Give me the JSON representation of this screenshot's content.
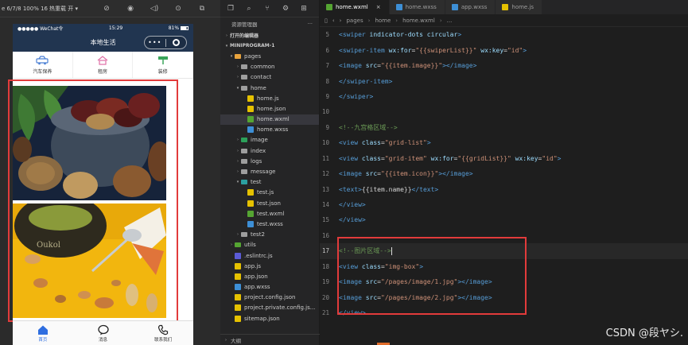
{
  "simulator": {
    "toolbar": {
      "model": "e 6/7/8 100% 16 ▾",
      "hot_reload": "热重载 开 ▾"
    },
    "status": {
      "carrier": "●●●●● WeChat令",
      "time": "15:29",
      "battery": "81%"
    },
    "navbar": {
      "title": "本地生活",
      "menu_dots": "•••"
    },
    "grid": [
      {
        "name": "汽车保养",
        "icon": "car-icon",
        "color": "#4a7fd4"
      },
      {
        "name": "租房",
        "icon": "house-icon",
        "color": "#e06fa6"
      },
      {
        "name": "装修",
        "icon": "paint-roller-icon",
        "color": "#3aa55a"
      }
    ],
    "images": [
      {
        "name": "dried-fruit-bowl-photo"
      },
      {
        "name": "nuts-on-yellow-photo"
      }
    ],
    "tabbar": [
      {
        "label": "首页",
        "icon": "home-icon",
        "active": true
      },
      {
        "label": "消息",
        "icon": "message-icon",
        "active": false
      },
      {
        "label": "联系我们",
        "icon": "phone-icon",
        "active": false
      }
    ]
  },
  "explorer": {
    "title": "资源管理器",
    "more": "···",
    "open_editors": "打开的编辑器",
    "project": "MINIPROGRAM-1",
    "outline": "大纲",
    "tree": [
      {
        "depth": 1,
        "label": "pages",
        "type": "folder-open",
        "arrow": "▾",
        "color": "#e8a33d"
      },
      {
        "depth": 2,
        "label": "common",
        "type": "folder",
        "arrow": "›",
        "color": "#9e9e9e"
      },
      {
        "depth": 2,
        "label": "contact",
        "type": "folder",
        "arrow": "›",
        "color": "#9e9e9e"
      },
      {
        "depth": 2,
        "label": "home",
        "type": "folder-open",
        "arrow": "▾",
        "color": "#9e9e9e"
      },
      {
        "depth": 3,
        "label": "home.js",
        "type": "js",
        "arrow": "",
        "color": "#e5c100"
      },
      {
        "depth": 3,
        "label": "home.json",
        "type": "json",
        "arrow": "",
        "color": "#e5c100"
      },
      {
        "depth": 3,
        "label": "home.wxml",
        "type": "wxml",
        "arrow": "",
        "color": "#55a532",
        "selected": true
      },
      {
        "depth": 3,
        "label": "home.wxss",
        "type": "wxss",
        "arrow": "",
        "color": "#3d8fd6"
      },
      {
        "depth": 2,
        "label": "image",
        "type": "folder",
        "arrow": "›",
        "color": "#2ca05a"
      },
      {
        "depth": 2,
        "label": "index",
        "type": "folder",
        "arrow": "›",
        "color": "#9e9e9e"
      },
      {
        "depth": 2,
        "label": "logs",
        "type": "folder",
        "arrow": "›",
        "color": "#9e9e9e"
      },
      {
        "depth": 2,
        "label": "message",
        "type": "folder",
        "arrow": "›",
        "color": "#9e9e9e"
      },
      {
        "depth": 2,
        "label": "test",
        "type": "folder-open",
        "arrow": "▾",
        "color": "#2ca0a0"
      },
      {
        "depth": 3,
        "label": "test.js",
        "type": "js",
        "arrow": "",
        "color": "#e5c100"
      },
      {
        "depth": 3,
        "label": "test.json",
        "type": "json",
        "arrow": "",
        "color": "#e5c100"
      },
      {
        "depth": 3,
        "label": "test.wxml",
        "type": "wxml",
        "arrow": "",
        "color": "#55a532"
      },
      {
        "depth": 3,
        "label": "test.wxss",
        "type": "wxss",
        "arrow": "",
        "color": "#3d8fd6"
      },
      {
        "depth": 2,
        "label": "test2",
        "type": "folder",
        "arrow": "›",
        "color": "#9e9e9e"
      },
      {
        "depth": 1,
        "label": "utils",
        "type": "folder",
        "arrow": "›",
        "color": "#55a532"
      },
      {
        "depth": 1,
        "label": ".eslintrc.js",
        "type": "eslint",
        "arrow": "",
        "color": "#5b5bd6"
      },
      {
        "depth": 1,
        "label": "app.js",
        "type": "js",
        "arrow": "",
        "color": "#e5c100"
      },
      {
        "depth": 1,
        "label": "app.json",
        "type": "json",
        "arrow": "",
        "color": "#e5c100"
      },
      {
        "depth": 1,
        "label": "app.wxss",
        "type": "wxss",
        "arrow": "",
        "color": "#3d8fd6"
      },
      {
        "depth": 1,
        "label": "project.config.json",
        "type": "json",
        "arrow": "",
        "color": "#e5c100"
      },
      {
        "depth": 1,
        "label": "project.private.config.js...",
        "type": "json",
        "arrow": "",
        "color": "#e5c100"
      },
      {
        "depth": 1,
        "label": "sitemap.json",
        "type": "json",
        "arrow": "",
        "color": "#e5c100"
      }
    ]
  },
  "editor": {
    "tabs": [
      {
        "label": "home.wxml",
        "active": true,
        "color": "#55a532",
        "close": "×"
      },
      {
        "label": "home.wxss",
        "active": false,
        "color": "#3d8fd6"
      },
      {
        "label": "app.wxss",
        "active": false,
        "color": "#3d8fd6"
      },
      {
        "label": "home.js",
        "active": false,
        "color": "#e5c100"
      }
    ],
    "breadcrumb": [
      "pages",
      "home",
      "home.wxml",
      "..."
    ],
    "current_line": 17,
    "lines": [
      {
        "n": 5,
        "tokens": [
          [
            "tg",
            "<swiper "
          ],
          [
            "at",
            "indicator-dots circular"
          ],
          [
            "tg",
            ">"
          ]
        ]
      },
      {
        "n": 6,
        "tokens": [
          [
            "tg",
            "<swiper-item "
          ],
          [
            "at",
            "wx:for"
          ],
          [
            "pl",
            "="
          ],
          [
            "st",
            "\"{{swiperList}}\""
          ],
          [
            "pl",
            " "
          ],
          [
            "at",
            "wx:key"
          ],
          [
            "pl",
            "="
          ],
          [
            "st",
            "\"id\""
          ],
          [
            "tg",
            ">"
          ]
        ]
      },
      {
        "n": 7,
        "tokens": [
          [
            "tg",
            "<image "
          ],
          [
            "at",
            "src"
          ],
          [
            "pl",
            "="
          ],
          [
            "st",
            "\"{{item.image}}\""
          ],
          [
            "tg",
            "></image>"
          ]
        ]
      },
      {
        "n": 8,
        "tokens": [
          [
            "tg",
            "</swiper-item>"
          ]
        ]
      },
      {
        "n": 9,
        "tokens": [
          [
            "tg",
            "</swiper>"
          ]
        ]
      },
      {
        "n": 10,
        "tokens": []
      },
      {
        "n": 9,
        "tokens": [
          [
            "cm",
            "<!--九宫格区域-->"
          ]
        ]
      },
      {
        "n": 10,
        "tokens": [
          [
            "tg",
            "<view "
          ],
          [
            "at",
            "class"
          ],
          [
            "pl",
            "="
          ],
          [
            "st",
            "\"grid-list\""
          ],
          [
            "tg",
            ">"
          ]
        ]
      },
      {
        "n": 11,
        "tokens": [
          [
            "tg",
            "<view "
          ],
          [
            "at",
            "class"
          ],
          [
            "pl",
            "="
          ],
          [
            "st",
            "\"grid-item\""
          ],
          [
            "pl",
            " "
          ],
          [
            "at",
            "wx:for"
          ],
          [
            "pl",
            "="
          ],
          [
            "st",
            "\"{{gridList}}\""
          ],
          [
            "pl",
            " "
          ],
          [
            "at",
            "wx:key"
          ],
          [
            "pl",
            "="
          ],
          [
            "st",
            "\"id\""
          ],
          [
            "tg",
            ">"
          ]
        ]
      },
      {
        "n": 12,
        "tokens": [
          [
            "tg",
            "<image "
          ],
          [
            "at",
            "src"
          ],
          [
            "pl",
            "="
          ],
          [
            "st",
            "\"{{item.icon}}\""
          ],
          [
            "tg",
            "></image>"
          ]
        ]
      },
      {
        "n": 13,
        "tokens": [
          [
            "tg",
            "<text>"
          ],
          [
            "pl",
            "{{item.name}}"
          ],
          [
            "tg",
            "</text>"
          ]
        ]
      },
      {
        "n": 14,
        "tokens": [
          [
            "tg",
            "</view>"
          ]
        ]
      },
      {
        "n": 15,
        "tokens": [
          [
            "tg",
            "</view>"
          ]
        ]
      },
      {
        "n": 16,
        "tokens": []
      },
      {
        "n": 17,
        "tokens": [
          [
            "cm",
            "<!--图片区域-->"
          ]
        ]
      },
      {
        "n": 18,
        "tokens": [
          [
            "tg",
            "<view "
          ],
          [
            "at",
            "class"
          ],
          [
            "pl",
            "="
          ],
          [
            "st",
            "\"img-box\""
          ],
          [
            "tg",
            ">"
          ]
        ]
      },
      {
        "n": 19,
        "tokens": [
          [
            "tg",
            "<image "
          ],
          [
            "at",
            "src"
          ],
          [
            "pl",
            "="
          ],
          [
            "st",
            "\"/pages/image/1.jpg\""
          ],
          [
            "tg",
            "></image>"
          ]
        ]
      },
      {
        "n": 20,
        "tokens": [
          [
            "tg",
            "<image "
          ],
          [
            "at",
            "src"
          ],
          [
            "pl",
            "="
          ],
          [
            "st",
            "\"/pages/image/2.jpg\""
          ],
          [
            "tg",
            "></image>"
          ]
        ]
      },
      {
        "n": 21,
        "tokens": [
          [
            "tg",
            "</view>"
          ]
        ]
      }
    ],
    "watermark": "CSDN @段ヤシ."
  }
}
